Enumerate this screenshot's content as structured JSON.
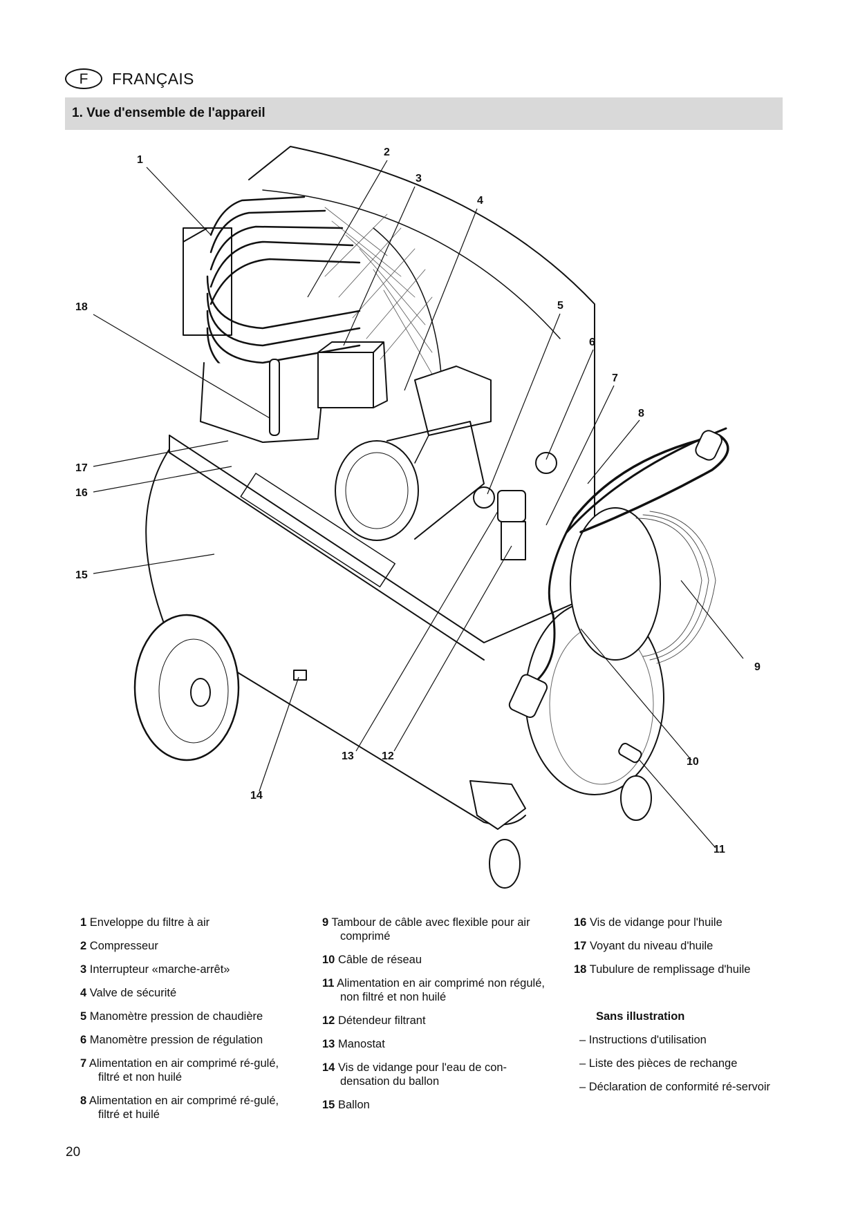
{
  "header": {
    "language_code": "F",
    "language_name": "FRANÇAIS"
  },
  "section": {
    "title": "1. Vue d'ensemble de l'appareil"
  },
  "diagram": {
    "subject": "air-compressor-overview",
    "callouts": [
      "1",
      "2",
      "3",
      "4",
      "5",
      "6",
      "7",
      "8",
      "9",
      "10",
      "11",
      "12",
      "13",
      "14",
      "15",
      "16",
      "17",
      "18"
    ]
  },
  "legend": {
    "column1": [
      {
        "num": "1",
        "text": "Enveloppe du filtre à air"
      },
      {
        "num": "2",
        "text": "Compresseur"
      },
      {
        "num": "3",
        "text": "Interrupteur «marche-arrêt»"
      },
      {
        "num": "4",
        "text": "Valve de sécurité"
      },
      {
        "num": "5",
        "text": "Manomètre pression de chaudière"
      },
      {
        "num": "6",
        "text": "Manomètre pression de régulation"
      },
      {
        "num": "7",
        "text": "Alimentation en air comprimé ré-gulé, filtré et non huilé"
      },
      {
        "num": "8",
        "text": "Alimentation en air comprimé ré-gulé, filtré et huilé"
      }
    ],
    "column2": [
      {
        "num": "9",
        "text": "Tambour de câble avec flexible pour air comprimé"
      },
      {
        "num": "10",
        "text": "Câble de réseau"
      },
      {
        "num": "11",
        "text": "Alimentation en air comprimé non régulé, non filtré et non huilé"
      },
      {
        "num": "12",
        "text": "Détendeur filtrant"
      },
      {
        "num": "13",
        "text": "Manostat"
      },
      {
        "num": "14",
        "text": "Vis de vidange pour l'eau de con-densation du ballon"
      },
      {
        "num": "15",
        "text": "Ballon"
      }
    ],
    "column3": [
      {
        "num": "16",
        "text": "Vis de vidange pour l'huile"
      },
      {
        "num": "17",
        "text": "Voyant du niveau d'huile"
      },
      {
        "num": "18",
        "text": "Tubulure de remplissage d'huile"
      }
    ],
    "without_illustration": {
      "heading": "Sans illustration",
      "items": [
        "– Instructions d'utilisation",
        "– Liste des pièces de rechange",
        "– Déclaration de conformité ré-servoir"
      ]
    }
  },
  "footer": {
    "page_number": "20"
  }
}
